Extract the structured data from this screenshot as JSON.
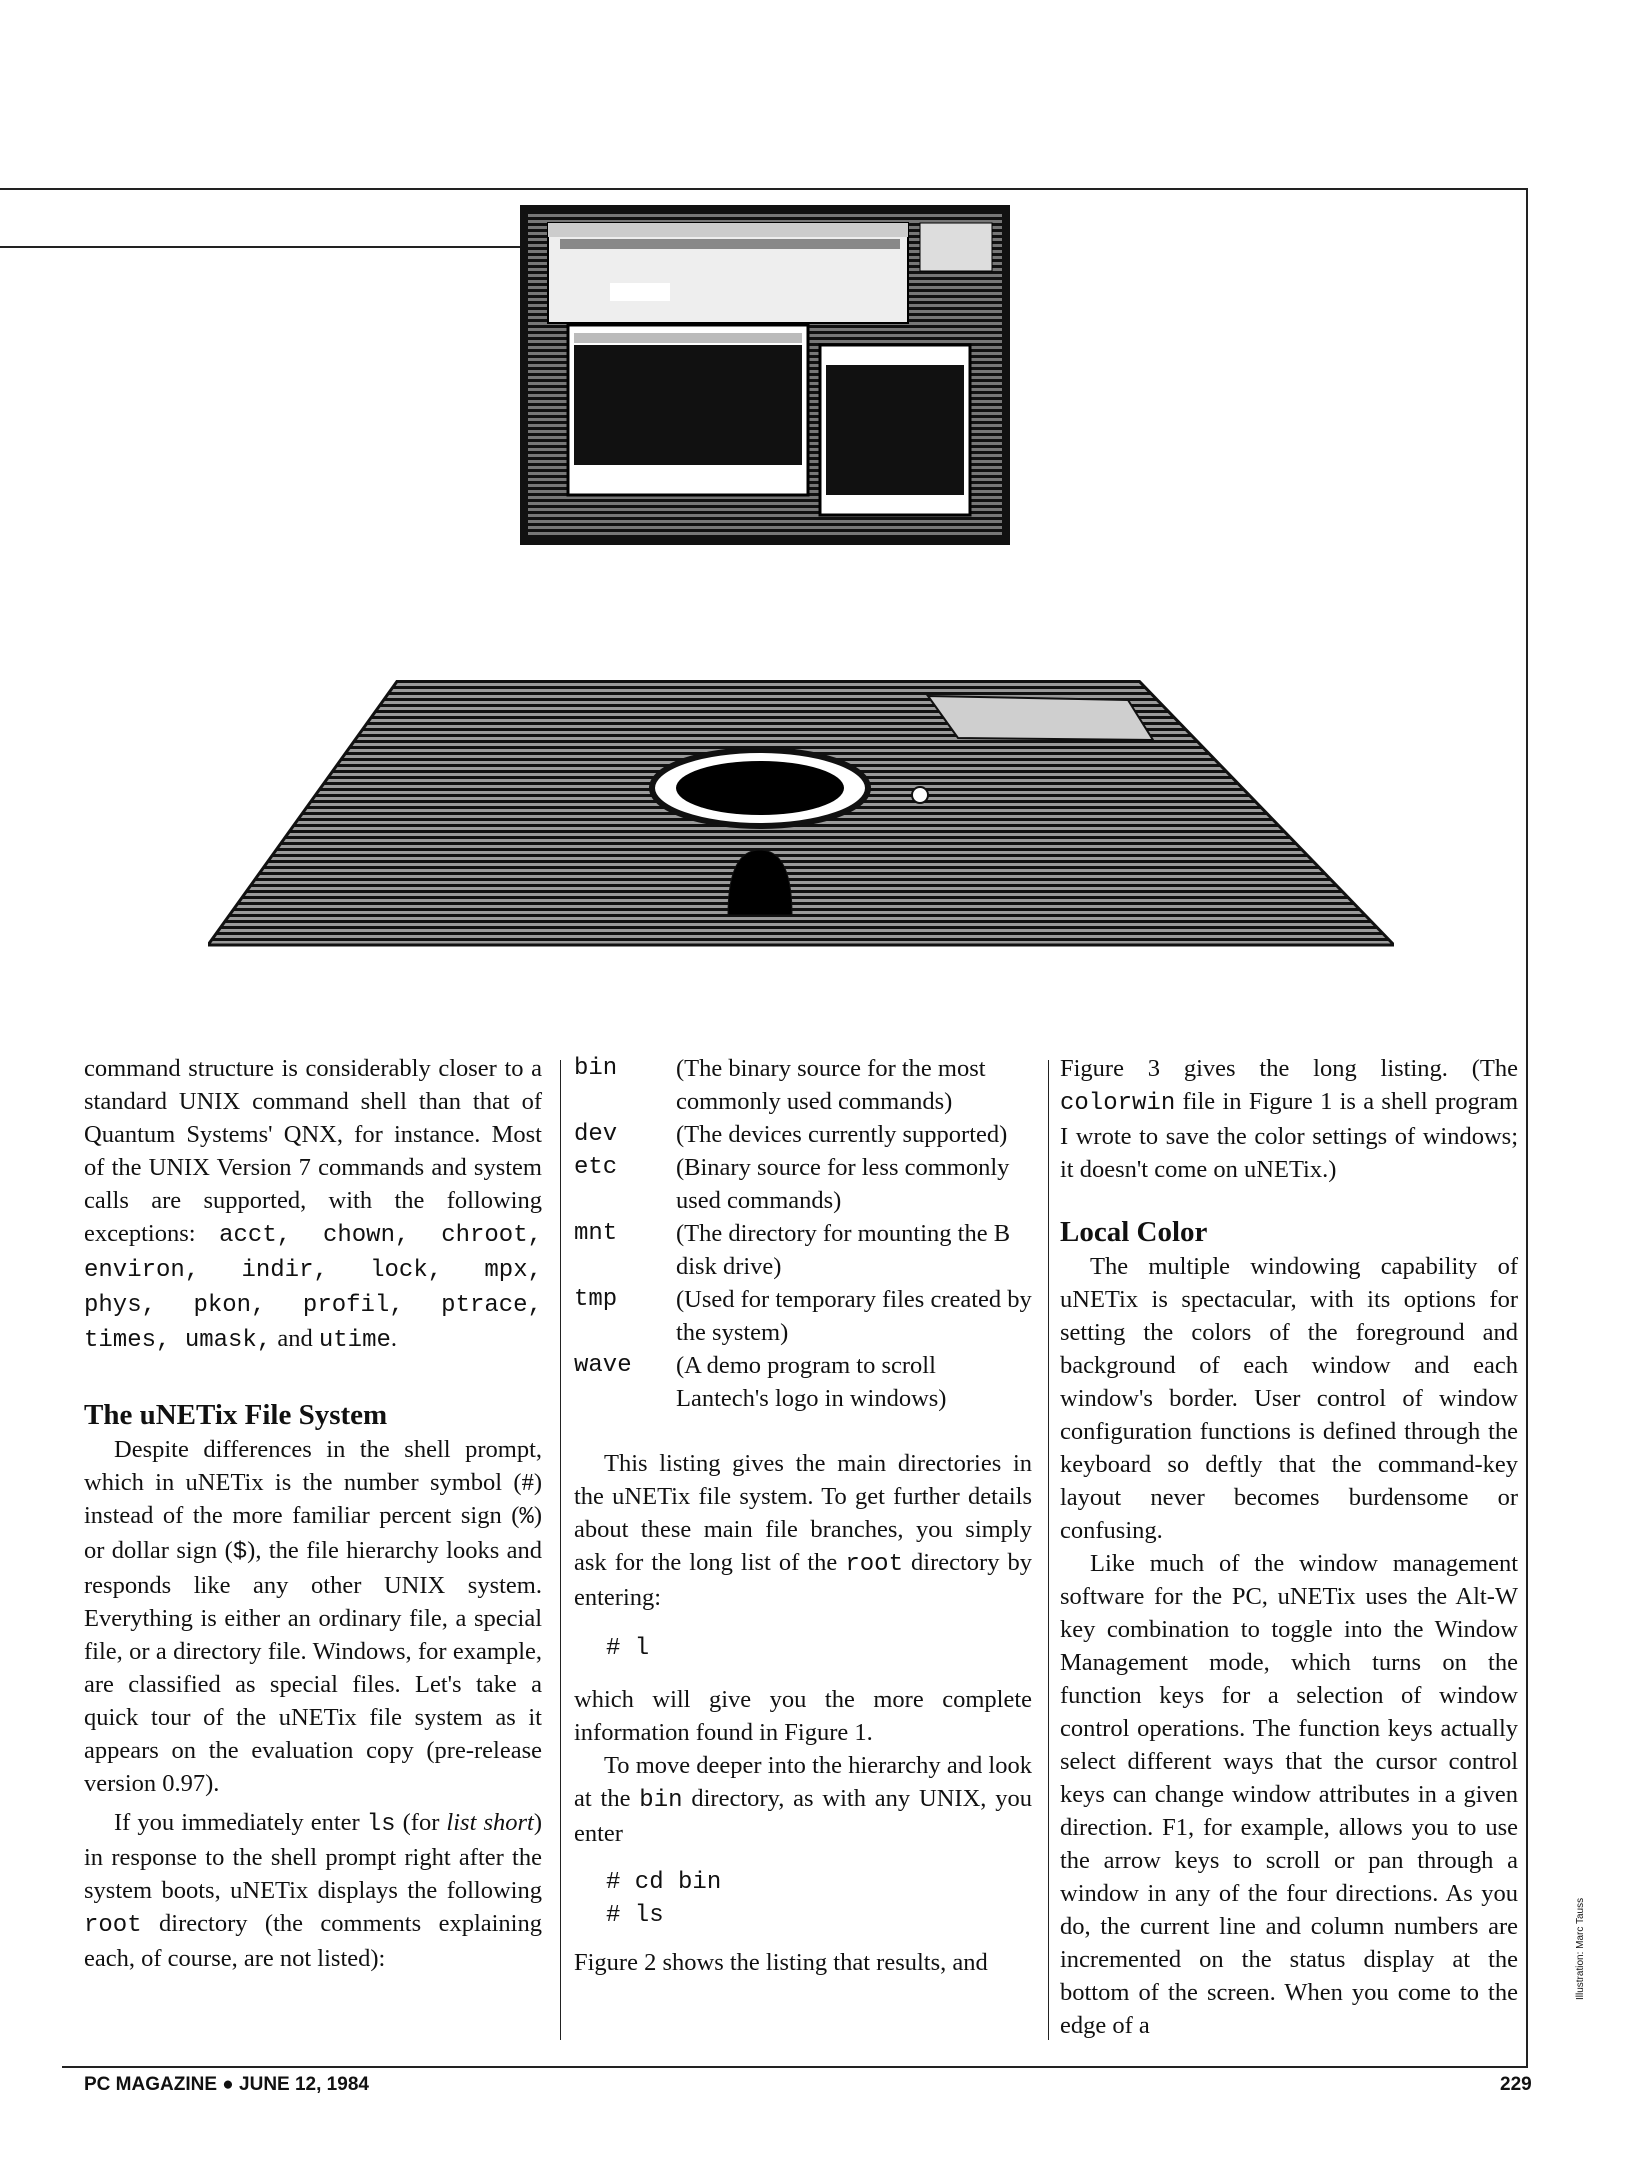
{
  "illustration": {
    "description_icons": [
      "monitor-screen-icon",
      "floppy-disk-icon"
    ]
  },
  "column1": {
    "p1_parts": [
      "command structure is considerably closer to a standard UNIX command shell than that of Quantum Systems' QNX, for instance. Most of the UNIX Version 7 commands and system calls are supported, with the following exceptions: ",
      "acct, chown, chroot, environ, indir, lock, mpx, phys, pkon, profil, ptrace, times, umask,",
      " and ",
      "utime",
      "."
    ],
    "heading": "The uNETix File System",
    "p2_parts": [
      "Despite differences in the shell prompt, which in uNETix is the number symbol (#) instead of the more familiar percent sign (",
      "%",
      ") or dollar sign (",
      "$",
      "), the file hierarchy looks and responds like any other UNIX system. Everything is either an ordinary file, a special file, or a directory file. Windows, for example, are classified as special files. Let's take a quick tour of the uNETix file system as it appears on the evaluation copy (pre-release version 0.97)."
    ],
    "p3_parts": [
      "If you immediately enter ",
      "ls",
      " (for ",
      "list short",
      ") in response to the shell prompt right after the system boots, uNETix displays the following ",
      "root",
      " directory (the comments explaining each, of course, are not listed):"
    ]
  },
  "column2": {
    "dirs": [
      {
        "name": "bin",
        "desc": "(The binary source for the most commonly used commands)"
      },
      {
        "name": "dev",
        "desc": "(The devices currently supported)"
      },
      {
        "name": "etc",
        "desc": "(Binary source for less commonly used commands)"
      },
      {
        "name": "mnt",
        "desc": "(The directory for mounting the B disk drive)"
      },
      {
        "name": "tmp",
        "desc": "(Used for temporary files created by the system)"
      },
      {
        "name": "wave",
        "desc": "(A demo program to scroll Lantech's logo in windows)"
      }
    ],
    "p1_parts": [
      "This listing gives the main directories in the uNETix file system. To get further details about these main file branches, you simply ask for the long list of the ",
      "root",
      " directory by entering:"
    ],
    "code1": "# l",
    "p2": "which will give you the more complete information found in Figure 1.",
    "p3_parts": [
      "To move deeper into the hierarchy and look at the ",
      "bin",
      " directory, as with any UNIX, you enter"
    ],
    "code2": [
      "# cd bin",
      "# ls"
    ],
    "p4": "Figure 2 shows the listing that results, and"
  },
  "column3": {
    "p1_parts": [
      "Figure 3 gives the long listing. (The ",
      "colorwin",
      " file in Figure 1 is a shell program I wrote to save the color settings of windows; it doesn't come on uNETix.)"
    ],
    "heading": "Local Color",
    "p2": "The multiple windowing capability of uNETix is spectacular, with its options for setting the colors of the foreground and background of each window and each window's border. User control of window configuration functions is defined through the keyboard so deftly that the command-key layout never becomes burdensome or confusing.",
    "p3": "Like much of the window management software for the PC, uNETix uses the Alt-W key combination to toggle into the Window Management mode, which turns on the function keys for a selection of window control operations. The function keys actually select different ways that the cursor control keys can change window attributes in a given direction. F1, for example, allows you to use the arrow keys to scroll or pan through a window in any of the four directions. As you do, the current line and column numbers are incremented on the status display at the bottom of the screen. When you come to the edge of a"
  },
  "footer": {
    "left": "PC MAGAZINE ● JUNE 12, 1984",
    "page": "229"
  },
  "credit": "Illustration: Marc Tauss"
}
